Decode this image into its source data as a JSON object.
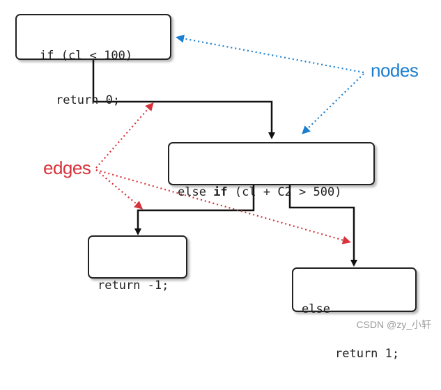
{
  "nodes": {
    "node1": {
      "line1": "if (cl < 100)",
      "line2": "return 0;"
    },
    "node2": {
      "prefix": "else ",
      "keyword": "if",
      "suffix": " (cl + C2 > 500)"
    },
    "node3": {
      "line1": "return -1;"
    },
    "node4": {
      "line1": "else",
      "line2": "return 1;"
    }
  },
  "labels": {
    "nodes": "nodes",
    "edges": "edges"
  },
  "colors": {
    "nodes_label": "#1a7fd0",
    "edges_label": "#d8323a",
    "edge_line": "#111111"
  },
  "watermark": "CSDN @zy_小轩"
}
